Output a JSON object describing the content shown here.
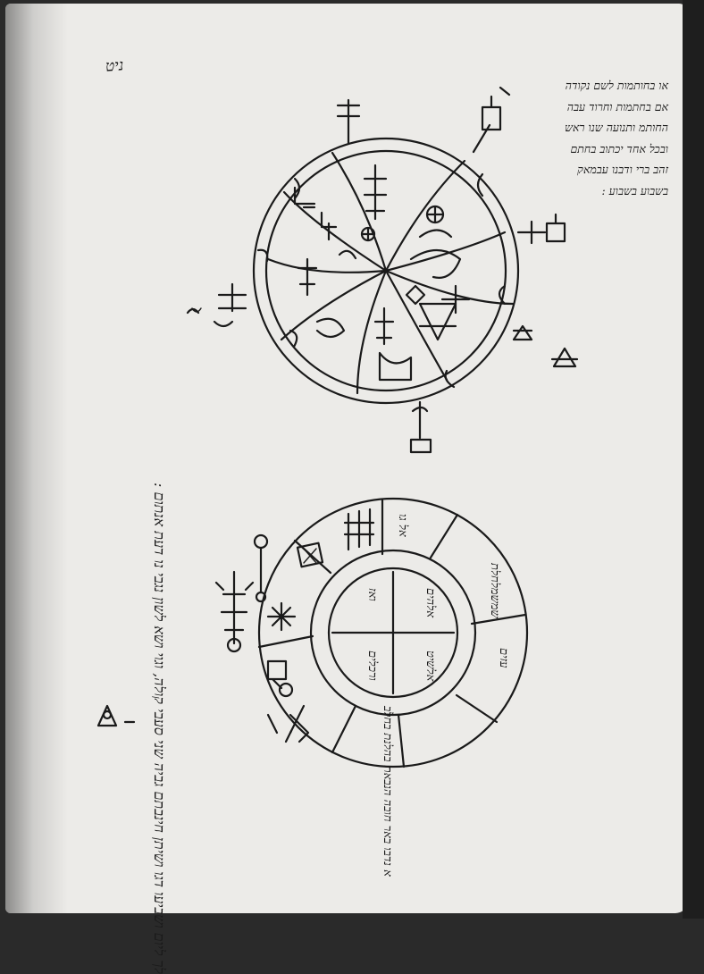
{
  "page": {
    "folio": "ניט",
    "marginal_note": [
      "או בחותמות לשם נקודה",
      "אם בחתמות וחרוד עבה",
      "החותמ ותנועה שנו ראש",
      "ובכל אחד יכתוב בחתם",
      "זהב ברי ודבנו עבמאק",
      "בשבוע בשבוע :"
    ],
    "caption_line": "לך ליום ושביעו דגו ושיתן חינבתם גביה שני סעבי קולה, וגוי ושא לשון נגבי נו דעת אנתום :",
    "lower_seal": {
      "inner_words": [
        "אלהים",
        "ואז",
        "אלשיט",
        "ורכלים"
      ],
      "ring_words": [
        "אל גו",
        "שמשמלחלת",
        "עזים",
        "א נדבו באר חובה הנבאת בהלנת בחלב"
      ]
    }
  }
}
